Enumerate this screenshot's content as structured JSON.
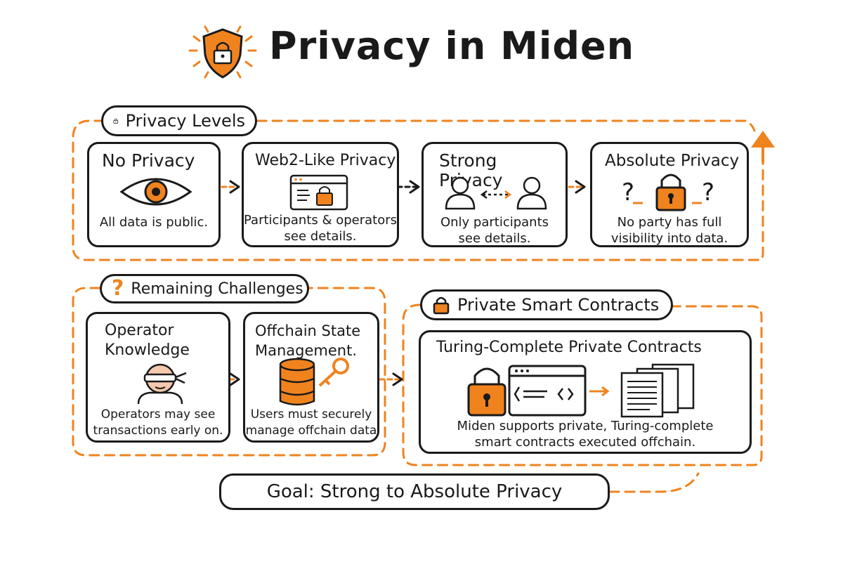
{
  "title": "Privacy in Miden",
  "colors": {
    "accent": "#f0831e",
    "ink": "#1a1a1a",
    "background": "#ffffff"
  },
  "privacy_levels": {
    "label": "Privacy Levels",
    "icon": "lock-icon",
    "levels": [
      {
        "title": "No Privacy",
        "description": "All data is public.",
        "icon": "eye-icon"
      },
      {
        "title": "Web2-Like Privacy",
        "description": [
          "Participants & operators",
          "see details."
        ],
        "icon": "browser-lock-icon"
      },
      {
        "title": "Strong Privacy",
        "description": [
          "Only participants",
          "see details."
        ],
        "icon": "two-users-icon"
      },
      {
        "title": "Absolute Privacy",
        "description": [
          "No party has full",
          "visibility into data."
        ],
        "icon": "lock-question-icon"
      }
    ]
  },
  "remaining_challenges": {
    "label": "Remaining Challenges",
    "icon": "question-icon",
    "items": [
      {
        "title": [
          "Operator",
          "Knowledge"
        ],
        "description": [
          "Operators may see",
          "transactions early on."
        ],
        "icon": "blindfolded-person-icon"
      },
      {
        "title": [
          "Offchain State",
          "Management."
        ],
        "description": [
          "Users must securely",
          "manage offchain data"
        ],
        "icon": "database-key-icon"
      }
    ]
  },
  "private_smart_contracts": {
    "label": "Private Smart Contracts",
    "icon": "lock-icon",
    "card": {
      "title": "Turing-Complete Private Contracts",
      "description": [
        "Miden supports private, Turing-complete",
        "smart contracts executed offchain."
      ],
      "icons": [
        "lock-icon",
        "code-window-icon",
        "documents-icon"
      ]
    }
  },
  "goal": "Goal: Strong to Absolute Privacy"
}
